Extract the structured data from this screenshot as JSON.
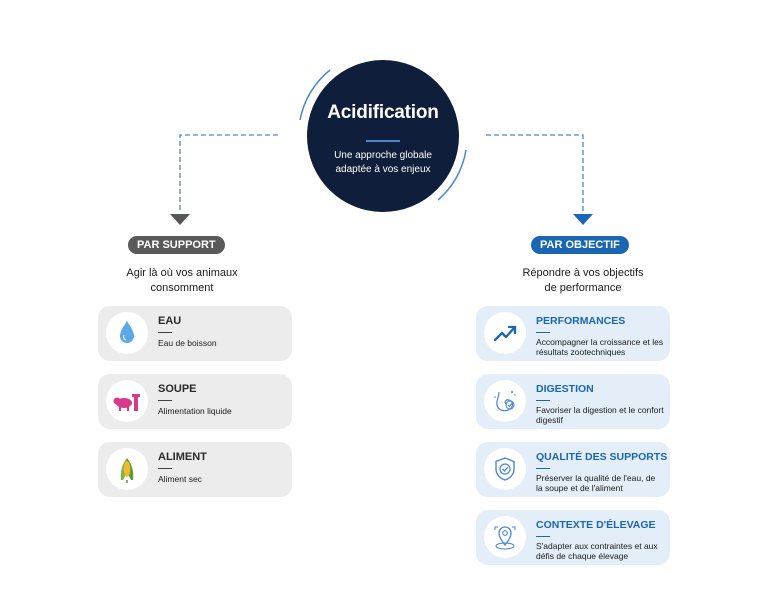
{
  "center": {
    "title": "Acidification",
    "subtitle_line1": "Une approche globale",
    "subtitle_line2": "adaptée à vos enjeux"
  },
  "left": {
    "badge": "PAR SUPPORT",
    "subtitle_line1": "Agir là où vos animaux",
    "subtitle_line2": "consomment",
    "items": [
      {
        "title": "EAU",
        "description": "Eau de boisson",
        "icon": "water-drop-icon"
      },
      {
        "title": "SOUPE",
        "description": "Alimentation liquide",
        "icon": "pig-feeder-icon"
      },
      {
        "title": "ALIMENT",
        "description": "Aliment sec",
        "icon": "corn-icon"
      }
    ]
  },
  "right": {
    "badge": "PAR OBJECTIF",
    "subtitle_line1": "Répondre à vos objectifs",
    "subtitle_line2": "de performance",
    "items": [
      {
        "title": "PERFORMANCES",
        "description": "Accompagner la croissance et les résultats zootechniques",
        "icon": "trend-up-icon"
      },
      {
        "title": "DIGESTION",
        "description": "Favoriser la digestion et le confort digestif",
        "icon": "digestion-icon"
      },
      {
        "title": "QUALITÉ DES SUPPORTS",
        "description": "Préserver la qualité de l'eau, de la soupe et de l'aliment",
        "icon": "shield-check-icon"
      },
      {
        "title": "CONTEXTE D'ÉLEVAGE",
        "description": "S'adapter aux contraintes et aux défis de chaque élevage",
        "icon": "location-target-icon"
      }
    ]
  },
  "colors": {
    "navy": "#0f1e3a",
    "blue": "#1b66b3",
    "gray_badge": "#595959",
    "left_card_bg": "#ececec",
    "right_card_bg": "#e3eef9",
    "drop": "#5aa9e6",
    "pig": "#d63a8c"
  }
}
